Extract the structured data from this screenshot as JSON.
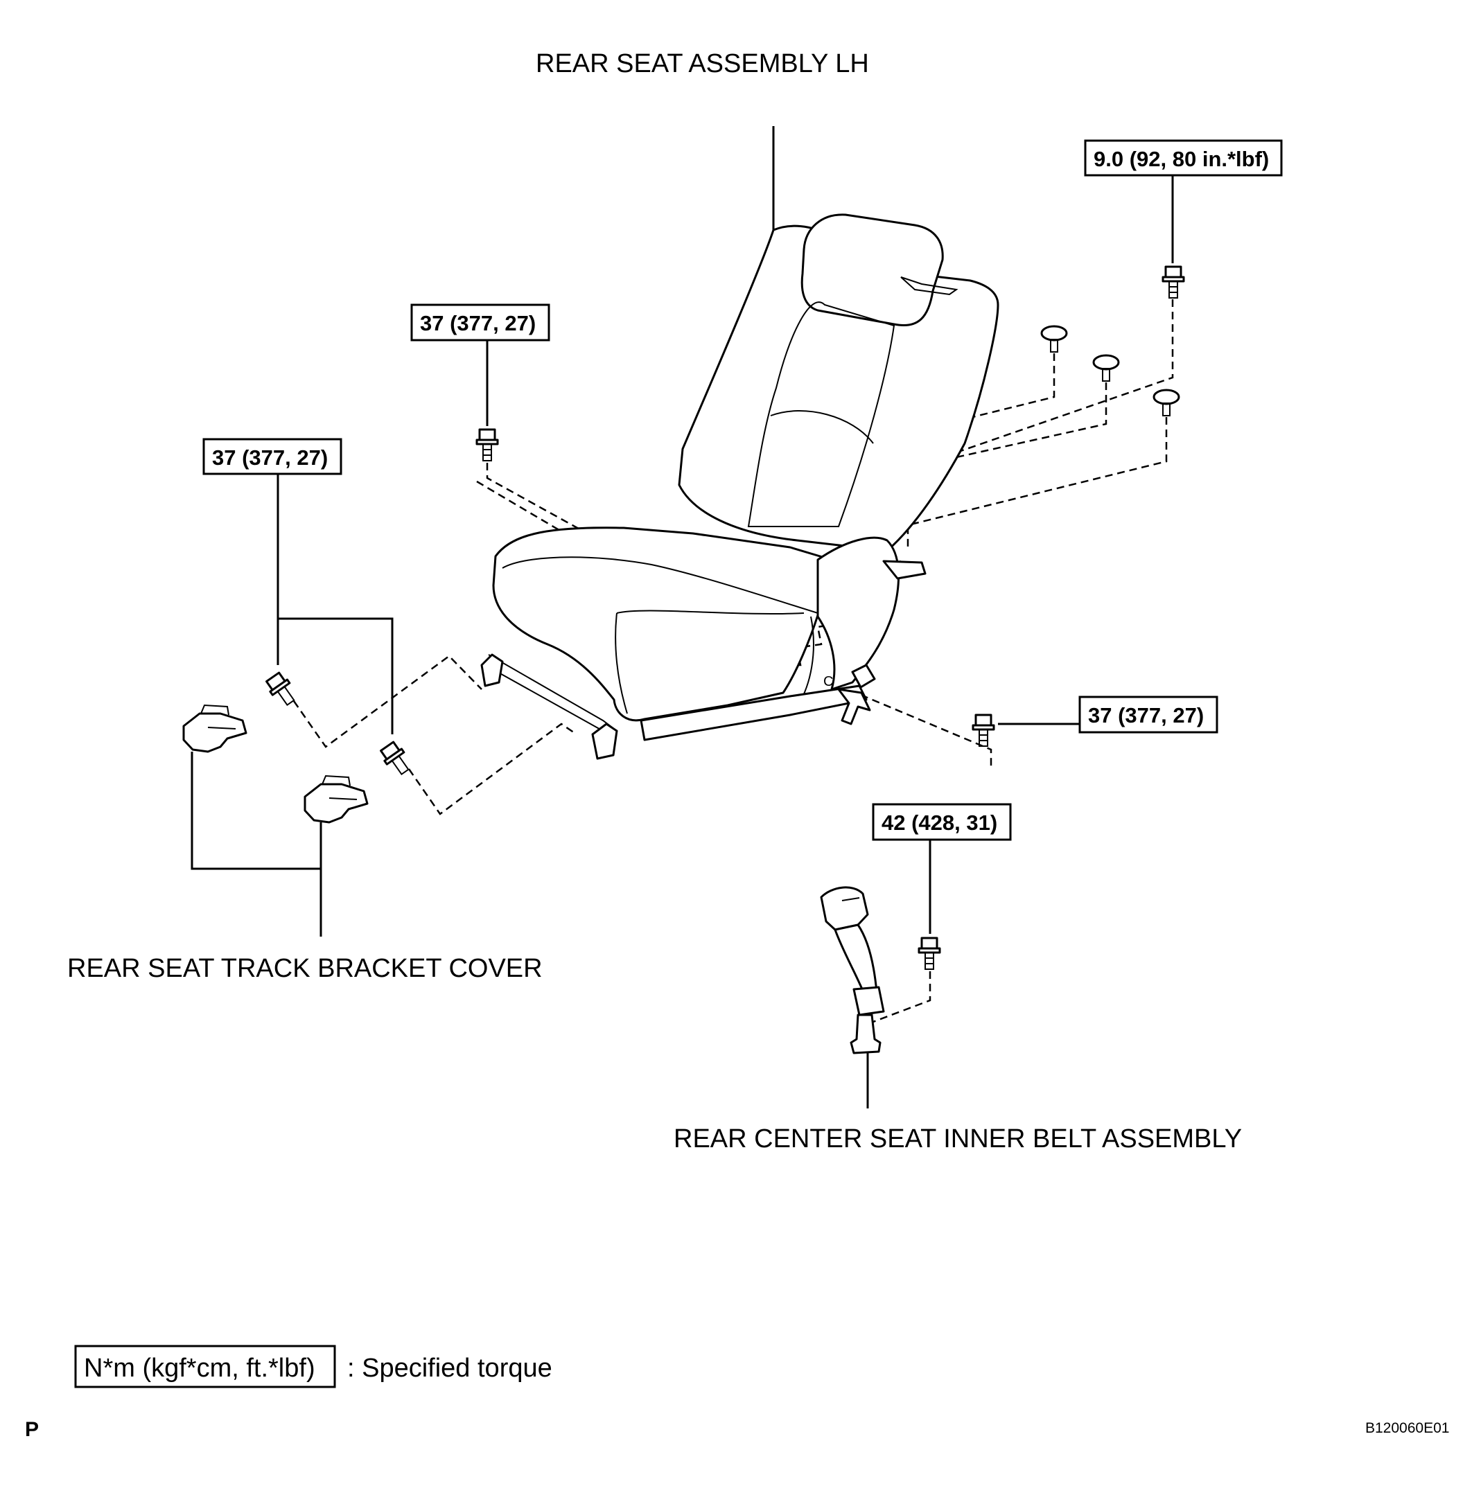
{
  "labels": {
    "rear_seat_assembly": "REAR SEAT ASSEMBLY LH",
    "track_bracket_cover": "REAR SEAT TRACK BRACKET COVER",
    "inner_belt_assembly": "REAR CENTER SEAT INNER BELT ASSEMBLY"
  },
  "torques": {
    "t1": "9.0 (92, 80 in.*lbf)",
    "t2": "37 (377, 27)",
    "t3": "37 (377, 27)",
    "t4": "37 (377, 27)",
    "t5": "42 (428, 31)"
  },
  "legend": {
    "box_text": "N*m (kgf*cm, ft.*lbf)",
    "description": ": Specified torque"
  },
  "corner": {
    "page_letter": "P",
    "figure_code": "B120060E01"
  },
  "seat_mark": "C"
}
